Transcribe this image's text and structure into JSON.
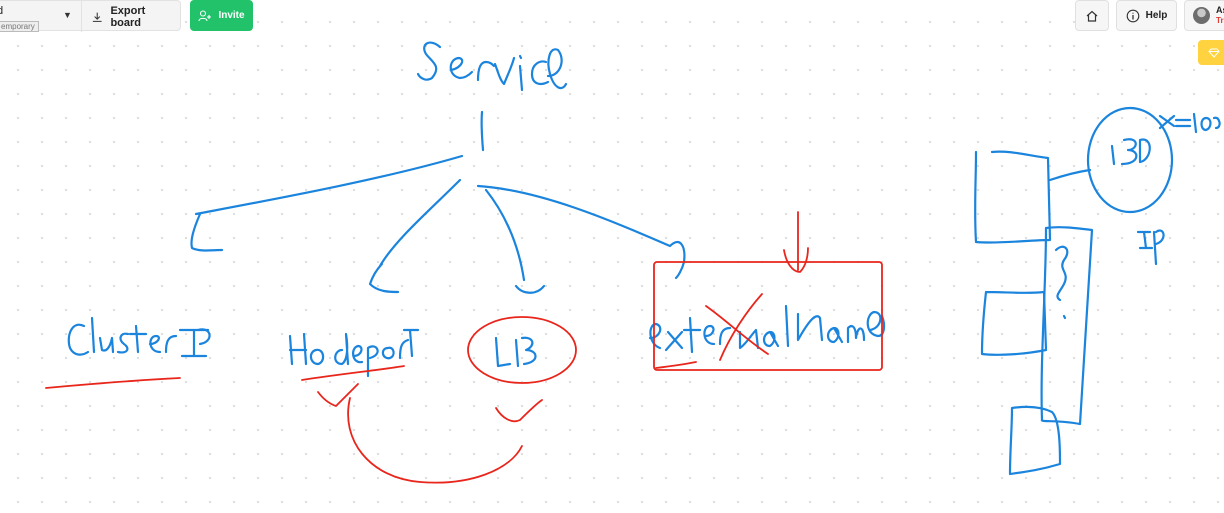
{
  "toolbar": {
    "board_title": "d",
    "board_badge": "emporary",
    "export_label": "Export board",
    "invite_label": "Invite"
  },
  "header_right": {
    "help_label": "Help",
    "user_initials": "As",
    "user_status": "Tri"
  },
  "icons": {
    "download": "download-icon",
    "invite": "add-user-icon",
    "home": "home-icon",
    "help": "info-icon",
    "upgrade": "diamond-icon"
  },
  "colors": {
    "blue_ink": "#1b84dd",
    "red_ink": "#e8261c",
    "invite_green": "#22c26b",
    "upgrade_yellow": "#ffd23f"
  }
}
